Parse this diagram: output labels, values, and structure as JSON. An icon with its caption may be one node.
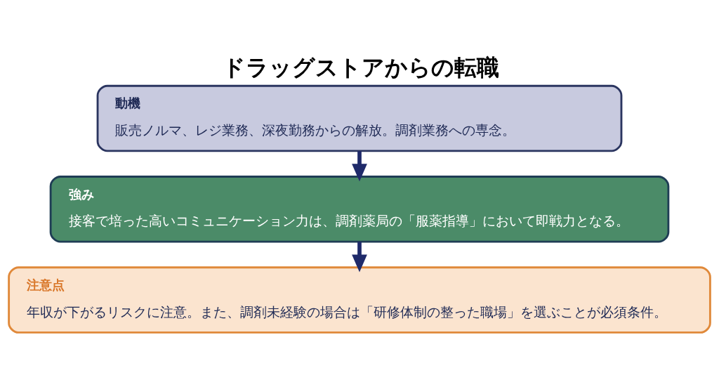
{
  "diagram": {
    "title": "ドラッグストアからの転職",
    "nodes": [
      {
        "text": [
          "動機",
          "販売ノルマ、レジ業務、深夜勤務からの解放。調剤業務への専念。"
        ]
      },
      {
        "text": [
          "強み",
          "接客で培った高いコミュニケーション力は、調剤薬局の「服薬指導」において即戦力となる。"
        ]
      },
      {
        "text": [
          "注意点",
          "年収が下がるリスクに注意。また、調剤未経験の場合は「研修体制の整った職場」を選ぶことが必須条件。"
        ]
      }
    ],
    "edges": [
      {
        "from": 0,
        "to": 1,
        "arrow": "to"
      },
      {
        "from": 1,
        "to": 2,
        "arrow": "to"
      }
    ]
  }
}
